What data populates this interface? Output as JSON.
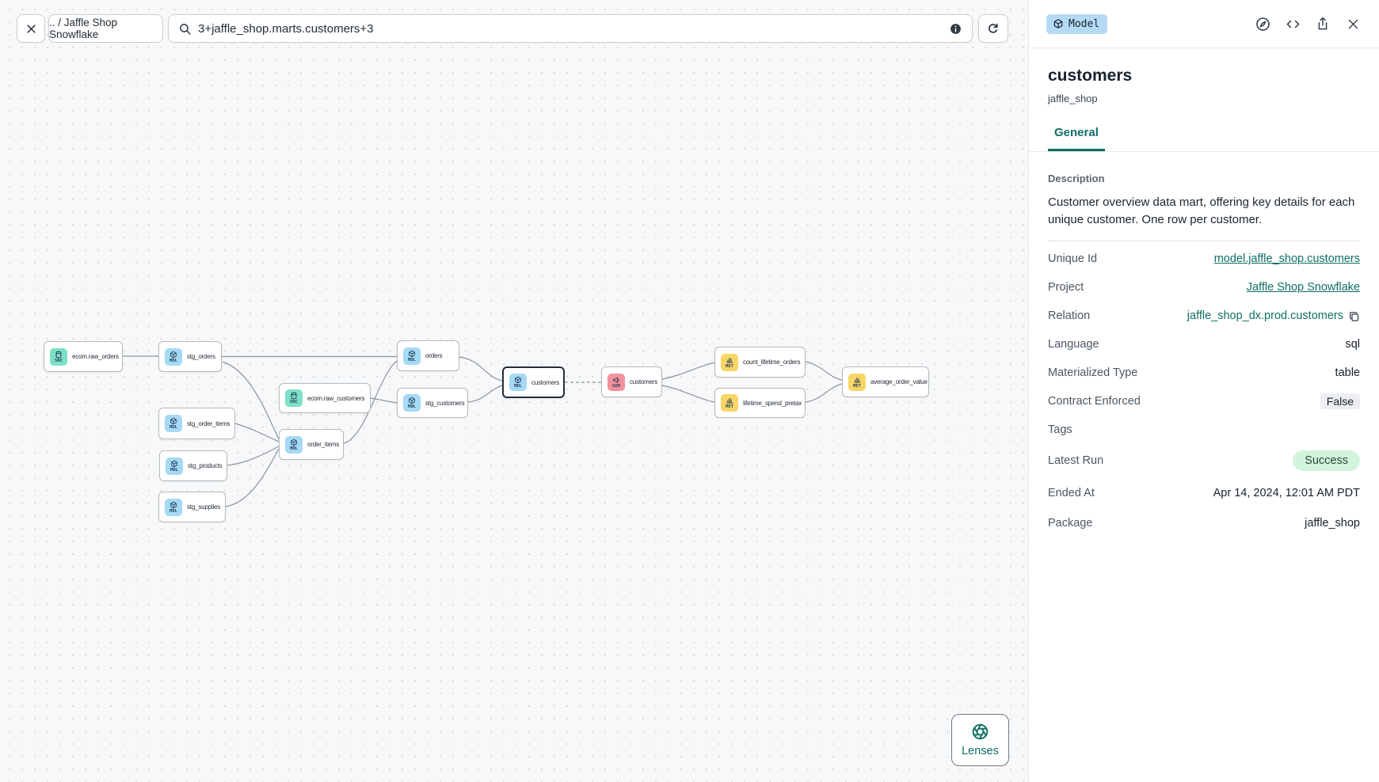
{
  "toolbar": {
    "breadcrumb": ".. / Jaffle Shop Snowflake",
    "search_value": "3+jaffle_shop.marts.customers+3",
    "icons": [
      "close-icon",
      "search-icon",
      "info-icon",
      "refresh-icon"
    ]
  },
  "canvas": {
    "lenses_label": "Lenses",
    "node_type_colors": {
      "SRC": "#7ce0c6",
      "MDL": "#a5d9f6",
      "SEM": "#f2919e",
      "MET": "#f7d666"
    },
    "nodes": [
      {
        "label": "ecom.raw_orders",
        "type": "SRC"
      },
      {
        "label": "stg_orders",
        "type": "MDL"
      },
      {
        "label": "stg_order_items",
        "type": "MDL"
      },
      {
        "label": "stg_products",
        "type": "MDL"
      },
      {
        "label": "stg_supplies",
        "type": "MDL"
      },
      {
        "label": "ecom.raw_customers",
        "type": "SRC"
      },
      {
        "label": "order_items",
        "type": "MDL"
      },
      {
        "label": "orders",
        "type": "MDL"
      },
      {
        "label": "stg_customers",
        "type": "MDL"
      },
      {
        "label": "customers",
        "type": "MDL",
        "selected": true
      },
      {
        "label": "customers",
        "type": "SEM"
      },
      {
        "label": "count_lifetime_orders",
        "type": "MET"
      },
      {
        "label": "lifetime_spend_pretax",
        "type": "MET"
      },
      {
        "label": "average_order_value",
        "type": "MET"
      }
    ]
  },
  "panel": {
    "badge": "Model",
    "title": "customers",
    "subtitle": "jaffle_shop",
    "tab": "General",
    "description_label": "Description",
    "description": "Customer overview data mart, offering key details for each unique customer. One row per customer.",
    "accent_color": "#0e6f63",
    "success_bg": "#d3f4dc",
    "fields": [
      {
        "label": "Unique Id",
        "value": "model.jaffle_shop.customers",
        "style": "link"
      },
      {
        "label": "Project",
        "value": "Jaffle Shop Snowflake",
        "style": "link"
      },
      {
        "label": "Relation",
        "value": "jaffle_shop_dx.prod.customers",
        "style": "copyable"
      },
      {
        "label": "Language",
        "value": "sql",
        "style": "plain"
      },
      {
        "label": "Materialized Type",
        "value": "table",
        "style": "plain"
      },
      {
        "label": "Contract Enforced",
        "value": "False",
        "style": "chip"
      },
      {
        "label": "Tags",
        "value": "",
        "style": "plain"
      },
      {
        "label": "Latest Run",
        "value": "Success",
        "style": "pill"
      },
      {
        "label": "Ended At",
        "value": "Apr 14, 2024, 12:01 AM PDT",
        "style": "plain"
      },
      {
        "label": "Package",
        "value": "jaffle_shop",
        "style": "plain"
      }
    ]
  }
}
